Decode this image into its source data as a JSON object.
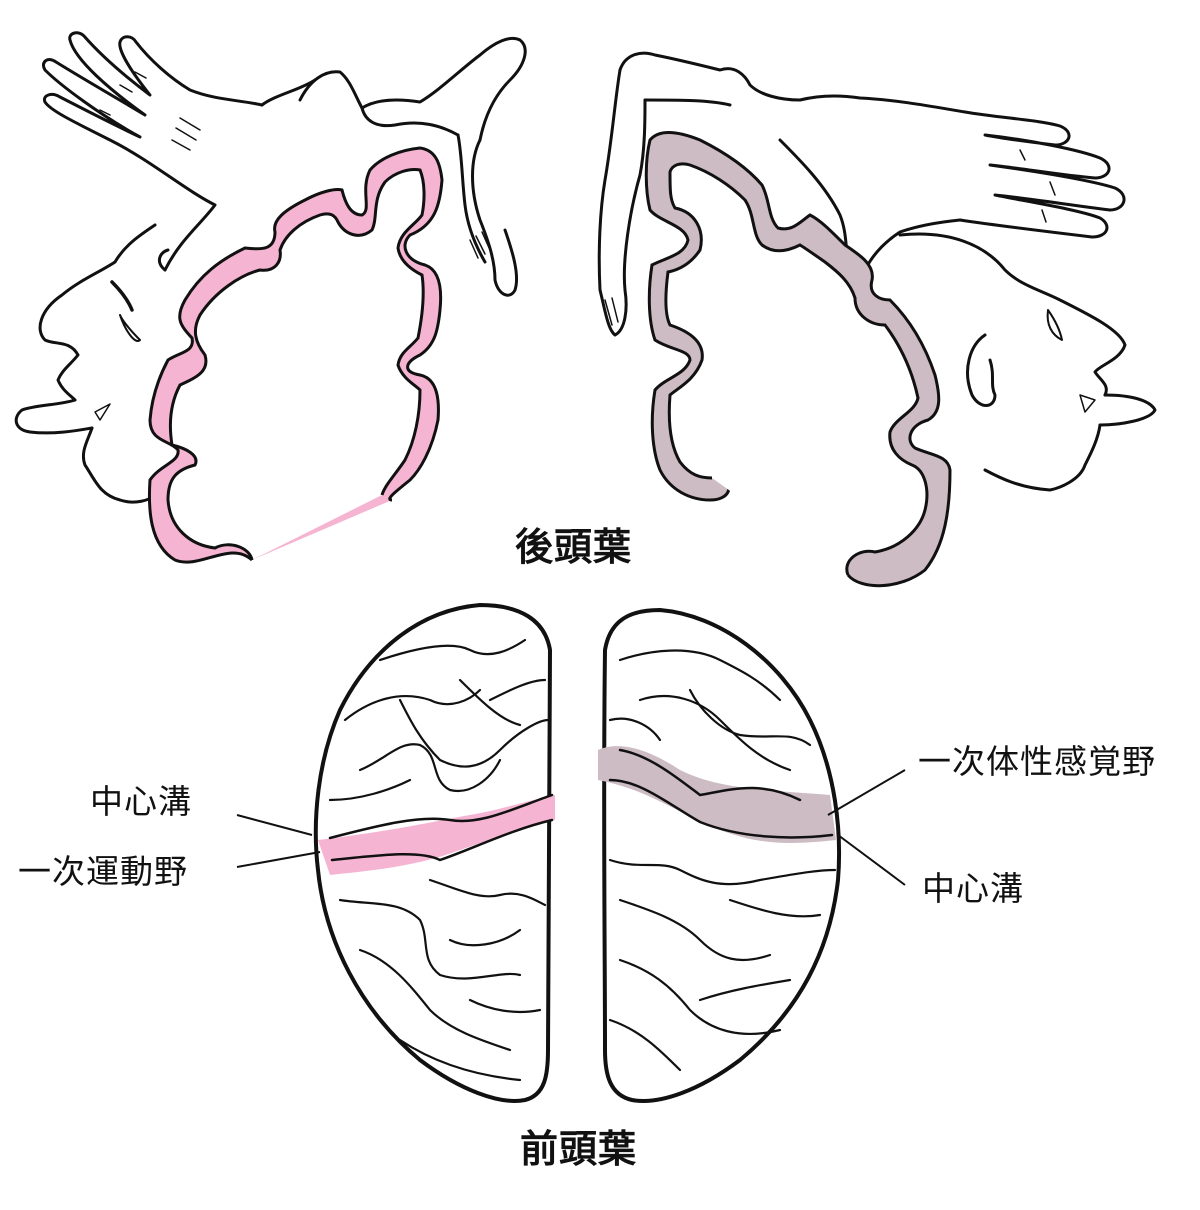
{
  "labels": {
    "occipital_lobe": "後頭葉",
    "frontal_lobe": "前頭葉",
    "central_sulcus_left": "中心溝",
    "primary_motor_cortex": "一次運動野",
    "primary_somatosensory_cortex": "一次体性感覚野",
    "central_sulcus_right": "中心溝"
  },
  "colors": {
    "motor_band": "#f5b5d2",
    "sensory_band": "#cdbcc3",
    "outline": "#111111",
    "background": "#ffffff"
  },
  "figures": {
    "left_homunculus": "motor homunculus (coronal section, pink band)",
    "right_homunculus": "sensory homunculus (coronal section, mauve band)",
    "brain_top_view": "superior view of cerebrum with central sulcus bands"
  }
}
